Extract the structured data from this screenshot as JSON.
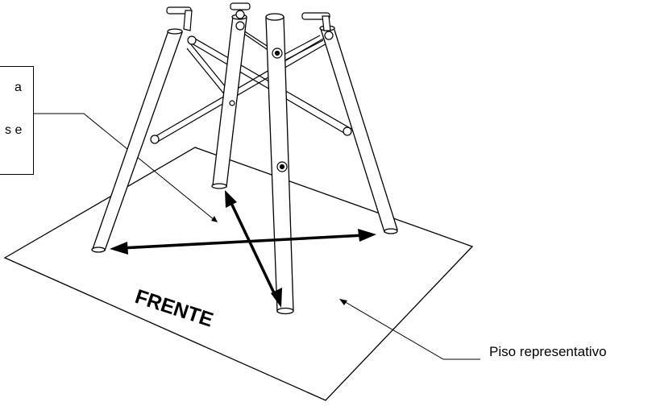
{
  "callout": {
    "line1": "a",
    "line2": "s e"
  },
  "floor": {
    "label": "Piso representativo",
    "front_text": "FRENTE"
  }
}
